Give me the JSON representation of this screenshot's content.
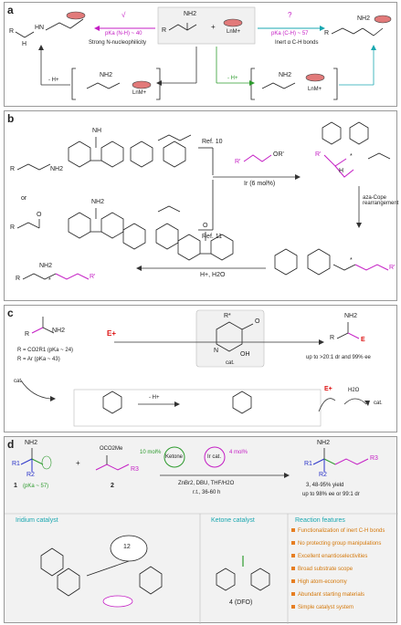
{
  "panel_a": {
    "label": "a",
    "left_check": "√",
    "left_pka": "pKa (N-H) ~ 40",
    "left_desc": "Strong N-nucleophilicity",
    "right_q": "?",
    "right_pka": "pKa (C-H) ~ 57",
    "right_desc": "Inert α C-H bonds",
    "nh2": "NH2",
    "plus": "+",
    "metal": "LnM+",
    "r": "R",
    "deprot_left": "- H+",
    "deprot_right": "- H+",
    "hn": "HN",
    "h": "H",
    "nh2_metal": "NH2"
  },
  "panel_b": {
    "label": "b",
    "nh2": "NH2",
    "or": "or",
    "ref10": "Ref. 10",
    "ref11": "Ref. 11",
    "allyl": "OR'",
    "catalyst": "Ir (6 mol%)",
    "rearr": "aza-Cope\nrearrangement",
    "hydrolysis": "H+, H2O",
    "imine_nh": "NH",
    "amine_nh2": "NH2",
    "fluorenone_o": "O",
    "star": "*",
    "r": "R",
    "rp": "R'",
    "h": "H"
  },
  "panel_c": {
    "label": "c",
    "r_ester": "R = CO2R1 (pKa ~ 24)",
    "r_aryl": "R = Ar (pKa ~ 43)",
    "electrophile": "E+",
    "cat_label": "cat.",
    "result": "up to >20:1 dr and 99% ee",
    "cat_step": "cat.",
    "deprot": "- H+",
    "e_plus": "E+",
    "water": "H2O",
    "cat_return": "cat.",
    "nh2": "NH2",
    "e": "E",
    "r": "R",
    "rstar": "R*",
    "nr": "N",
    "oh": "OH",
    "o": "O"
  },
  "panel_d": {
    "label": "d",
    "loading_left": "10 mol%",
    "loading_right": "4 mol%",
    "ketone": "Ketone",
    "ir_cat": "Ir cat.",
    "conditions": "ZnBr2, DBU, THF/H2O",
    "temp_time": "r.t., 36-60 h",
    "product_label": "3, 48-95% yield",
    "product_sel": "up to 98% ee or 99:1 dr",
    "sm1_label": "1",
    "sm1_pka": "(pKa ~ 57)",
    "sm2_label": "2",
    "plus": "+",
    "ococh": "OCO2Me",
    "nh2": "NH2",
    "r1": "R1",
    "r2": "R2",
    "r3": "R3",
    "ir_catalyst_title": "Iridium catalyst",
    "ketone_catalyst_title": "Ketone catalyst",
    "features_title": "Reaction features",
    "ketone_name": "4 (DFO)",
    "ring_size": "12",
    "features": [
      "Functionalization of inert C-H bonds",
      "No protecting group manipulations",
      "Excellent enantioselectivities",
      "Broad substrate scope",
      "High atom-economy",
      "Abundant starting materials",
      "Simple catalyst system"
    ],
    "colors": {
      "blue": "#2a33c9",
      "green": "#2e9b2e",
      "magenta": "#c41ec4",
      "orange": "#e67e22",
      "cyan": "#1aa7b0"
    }
  }
}
